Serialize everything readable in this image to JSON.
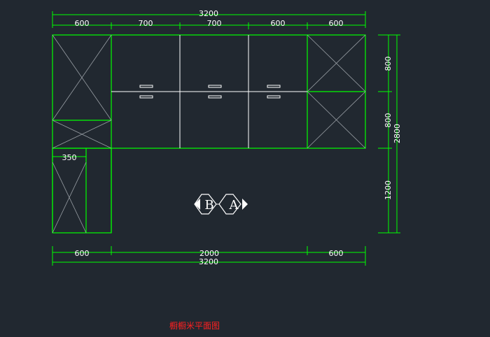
{
  "drawing": {
    "top_total": "3200",
    "top_segments": [
      "600",
      "700",
      "700",
      "600",
      "600"
    ],
    "side_total": "2800",
    "side_segments": [
      "800",
      "800",
      "1200"
    ],
    "bottom_total": "3200",
    "bottom_segments": [
      "600",
      "2000",
      "600"
    ],
    "column_width": "350",
    "marker_b": "B",
    "marker_a": "A",
    "caption": "橱橱米平面图"
  },
  "colors": {
    "background": "#212830",
    "lines": "#00ff00",
    "text": "#ffffff",
    "caption": "#ff2020"
  }
}
